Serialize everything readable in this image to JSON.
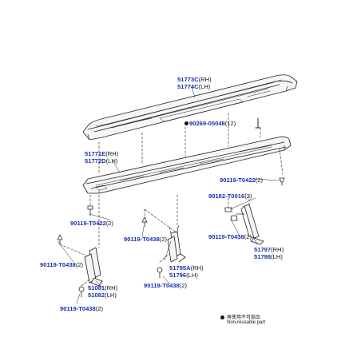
{
  "labels": {
    "step_cover": {
      "pn1": "51773C",
      "sfx1": "(RH)",
      "pn2": "51774C",
      "sfx2": "(LH)"
    },
    "screw_top": {
      "pn": "90269-05048",
      "qty": "(12)"
    },
    "step_base": {
      "pn1": "51771E",
      "sfx1": "(RH)",
      "pn2": "51772D",
      "sfx2": "(LH)"
    },
    "bolt_right": {
      "pn": "90119-T0422",
      "qty": "(2)"
    },
    "nut_right": {
      "pn": "90182-T0016",
      "qty": "(2)"
    },
    "bolt_left_upper": {
      "pn": "90119-T0422",
      "qty": "(2)"
    },
    "bolt_center": {
      "pn": "90119-T0438",
      "qty": "(2)"
    },
    "bolt_right_lower": {
      "pn": "90119-T0438",
      "qty": "(2)"
    },
    "bracket_right": {
      "pn1": "51797",
      "sfx1": "(RH)",
      "pn2": "51798",
      "sfx2": "(LH)"
    },
    "bolt_left_mid": {
      "pn": "90119-T0438",
      "qty": "(2)"
    },
    "bracket_center": {
      "pn1": "51795A",
      "sfx1": "(RH)",
      "pn2": "51796",
      "sfx2": "(LH)"
    },
    "bracket_left": {
      "pn1": "51081",
      "sfx1": "(RH)",
      "pn2": "51082",
      "sfx2": "(LH)"
    },
    "bolt_center_lower": {
      "pn": "90119-T0438",
      "qty": "(2)"
    },
    "bolt_left_lower": {
      "pn": "90119-T0438",
      "qty": "(2)"
    }
  },
  "legend": {
    "line1": "再使用不可部品",
    "line2": "Non-reusable part"
  },
  "colors": {
    "part_number": "#1a2fb0",
    "line": "#222222"
  }
}
